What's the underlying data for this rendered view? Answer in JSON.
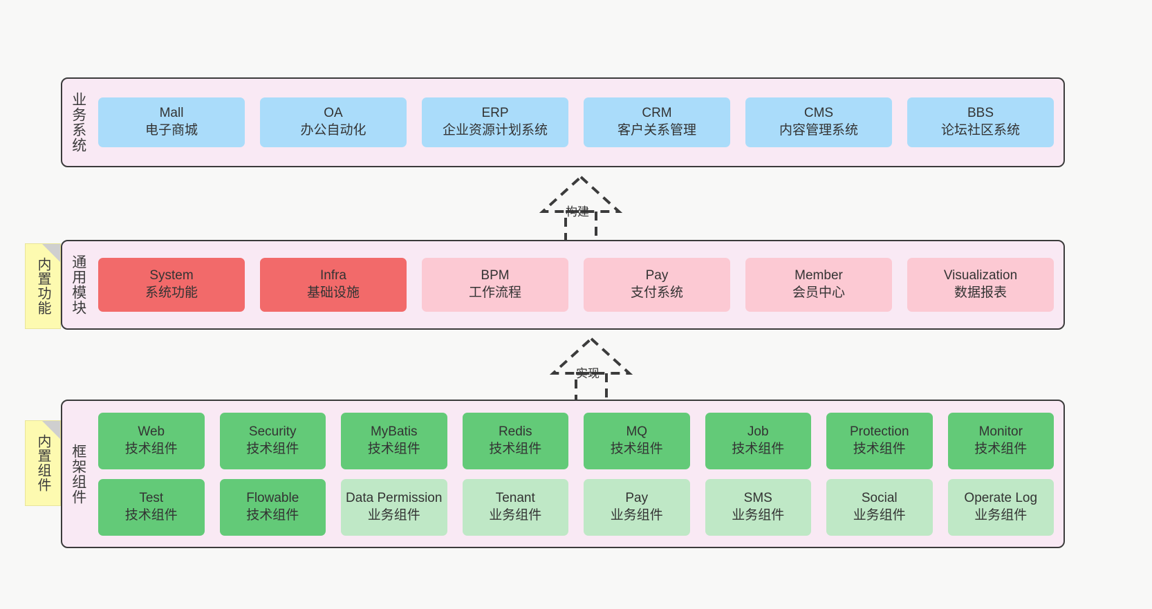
{
  "diagram": {
    "title": "",
    "colors": {
      "layer_bg": "#f9e9f4",
      "layer_border": "#3b3b3b",
      "business_card": "#aadcfa",
      "module_core": "#f26a6a",
      "module_other": "#fcc9d3",
      "tech_component": "#63ca78",
      "biz_component": "#bfe8c6",
      "note": "#fdfab0",
      "canvas": "#f8f8f7"
    }
  },
  "layers": [
    {
      "id": "business-system",
      "title": "业务系统",
      "rows": [
        {
          "cards": [
            {
              "name": "Mall",
              "desc": "电子商城",
              "color": "c-blue"
            },
            {
              "name": "OA",
              "desc": "办公自动化",
              "color": "c-blue"
            },
            {
              "name": "ERP",
              "desc": "企业资源计划系统",
              "color": "c-blue"
            },
            {
              "name": "CRM",
              "desc": "客户关系管理",
              "color": "c-blue"
            },
            {
              "name": "CMS",
              "desc": "内容管理系统",
              "color": "c-blue"
            },
            {
              "name": "BBS",
              "desc": "论坛社区系统",
              "color": "c-blue"
            }
          ]
        }
      ]
    },
    {
      "id": "common-module",
      "title": "通用模块",
      "rows": [
        {
          "cards": [
            {
              "name": "System",
              "desc": "系统功能",
              "color": "c-red"
            },
            {
              "name": "Infra",
              "desc": "基础设施",
              "color": "c-red"
            },
            {
              "name": "BPM",
              "desc": "工作流程",
              "color": "c-pink"
            },
            {
              "name": "Pay",
              "desc": "支付系统",
              "color": "c-pink"
            },
            {
              "name": "Member",
              "desc": "会员中心",
              "color": "c-pink"
            },
            {
              "name": "Visualization",
              "desc": "数据报表",
              "color": "c-pink"
            }
          ]
        }
      ]
    },
    {
      "id": "framework-component",
      "title": "框架组件",
      "rows": [
        {
          "cards": [
            {
              "name": "Web",
              "desc": "技术组件",
              "color": "c-green"
            },
            {
              "name": "Security",
              "desc": "技术组件",
              "color": "c-green"
            },
            {
              "name": "MyBatis",
              "desc": "技术组件",
              "color": "c-green"
            },
            {
              "name": "Redis",
              "desc": "技术组件",
              "color": "c-green"
            },
            {
              "name": "MQ",
              "desc": "技术组件",
              "color": "c-green"
            },
            {
              "name": "Job",
              "desc": "技术组件",
              "color": "c-green"
            },
            {
              "name": "Protection",
              "desc": "技术组件",
              "color": "c-green"
            },
            {
              "name": "Monitor",
              "desc": "技术组件",
              "color": "c-green"
            }
          ]
        },
        {
          "cards": [
            {
              "name": "Test",
              "desc": "技术组件",
              "color": "c-green"
            },
            {
              "name": "Flowable",
              "desc": "技术组件",
              "color": "c-green"
            },
            {
              "name": "Data Permission",
              "desc": "业务组件",
              "color": "c-lightgreen"
            },
            {
              "name": "Tenant",
              "desc": "业务组件",
              "color": "c-lightgreen"
            },
            {
              "name": "Pay",
              "desc": "业务组件",
              "color": "c-lightgreen"
            },
            {
              "name": "SMS",
              "desc": "业务组件",
              "color": "c-lightgreen"
            },
            {
              "name": "Social",
              "desc": "业务组件",
              "color": "c-lightgreen"
            },
            {
              "name": "Operate Log",
              "desc": "业务组件",
              "color": "c-lightgreen"
            }
          ]
        }
      ]
    }
  ],
  "notes": [
    {
      "id": "builtin-function",
      "text": "内置功能"
    },
    {
      "id": "builtin-component",
      "text": "内置组件"
    }
  ],
  "arrows": [
    {
      "id": "build",
      "label": "构建",
      "from": "common-module",
      "to": "business-system",
      "style": "dashed-hollow-triangle"
    },
    {
      "id": "implement",
      "label": "实现",
      "from": "framework-component",
      "to": "common-module",
      "style": "dashed-hollow-triangle"
    }
  ]
}
